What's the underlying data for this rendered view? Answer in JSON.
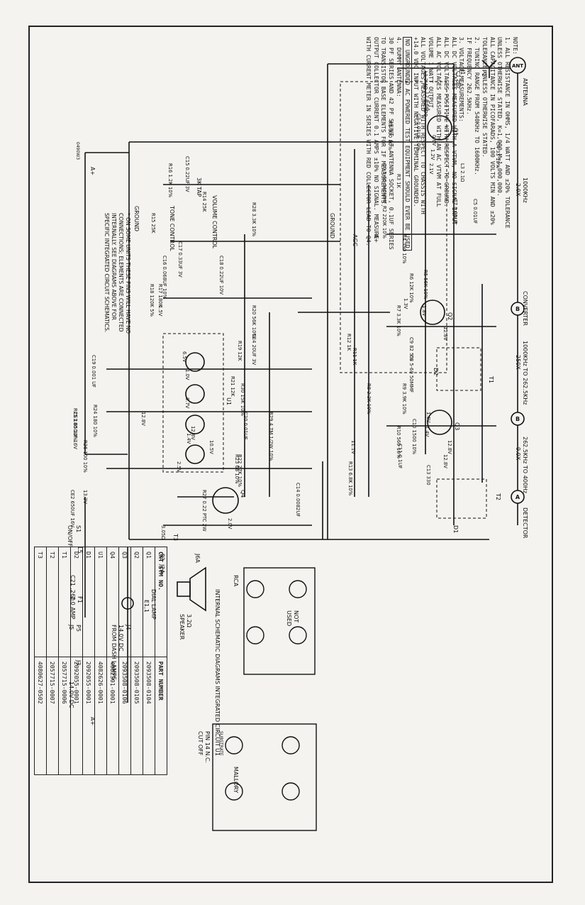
{
  "note_title": "NOTE:",
  "notes": [
    "1. ALL RESISTANCE IN OHMS, 1/4 WATT AND ±20% TOLERANCE",
    "   UNLESS OTHERWISE STATED, K=1,000  M=1,000,000.",
    "   ALL CAPACITANCE IN PICOFARADS, 100 VOLTS MIN AND ±20%",
    "   TOLERANCE UNLESS OTHERWISE STATED.",
    "2. TUNING RANGE FROM 540KHz TO 1600KHz.",
    "   IF FREQUENCY 262.5KHz.",
    "3. VOLTAGE MEASUREMENTS:",
    "   ALL DC VOLTAGES MEASURED WITH A VTVM, NO SIGNAL INPUT",
    "   ALL DC VOLTAGES POSITIVE WITH RESPECT TO GROUND.",
    "   ALL AC VOLTAGES MEASURED WITH AN AC VTVM AT FULL",
    "   VOLUME 1 WATT OUTPUT.",
    "   ALL VOLTAGES MEASURED WITH RESPECT TO CHASSIS WITH",
    "   +14.0 VDC INPUT WITH NEGATIVE TERMINAL GROUNDED."
  ],
  "warning_note": "NO UNGROUNDED AC POWERED TEST EQUIPMENT SHOULD EVER BE USED",
  "notes_continued": [
    "4. DUMMY ANTENNA:",
    "   30 PF SERIES AND 42 PF SHUNT AT ANTENNA SOCKET, 0.1UF SERIES",
    "   TO TRANSISTOR BASE ELEMENTS FOR IF MEASUREMENTS.",
    "   OUTPUT COLLECTOR CURRENT 0.1 AMPS ±10% NO SIGNAL. MEASURE",
    "   WITH CURRENT METER IN SERIES WITH RED COLLECTOR LEAD TO Q4."
  ],
  "parts_table": {
    "headers": [
      "CKT SYM NO.",
      "PART NUMBER"
    ],
    "rows": [
      [
        "Q1",
        "2093508-0104"
      ],
      [
        "Q2",
        "2093508-0105"
      ],
      [
        "Q3",
        "2093508-0106"
      ],
      [
        "Q4",
        "4082501-0001"
      ],
      [
        "U1",
        "4082626-0001"
      ],
      [
        "D1",
        "2092055-0001"
      ],
      [
        "D2",
        "2092055-0001"
      ],
      [
        "T1",
        "2057715-0006"
      ],
      [
        "T2",
        "2057715-0007"
      ],
      [
        "T3",
        "4080627-0502"
      ]
    ]
  },
  "blocks": {
    "ant": "ANT",
    "antenna": "ANTENNA",
    "rf_freq": "1000KHz",
    "rf_gain": "2.0X",
    "converter": "CONVERTER",
    "conv_freq": "1000KHz TO 262.5KHz",
    "conv_gain": "250X",
    "if_freq": "262.5KHz TO 400Hz",
    "if_gain": "9.0X",
    "detector": "DETECTOR",
    "b1": "B",
    "b2": "B",
    "a": "A"
  },
  "labels": {
    "ground1": "GROUND",
    "ground2": "GROUND",
    "agc": "AGC",
    "a_plus1": "A+",
    "a_plus2": "A+",
    "a_plus3": "A+",
    "tap": "3K TAP",
    "volume": "VOLUME CONTROL",
    "tone": "TONE CONTROL",
    "pin_note": [
      "* ON SOME UNITS THESE PINS WILL HAVE NO",
      "CONNECTIONS; ELEMENTS ARE CONNECTED",
      "INTERNALLY. SEE DIAGRAMS ABOVE FOR",
      "SPECIFIC INTEGRATED CIRCUIT SCHEMATICS."
    ],
    "on_off": "ON/OFF",
    "s1": "S1",
    "l5": "L5",
    "fuse": "F1",
    "fuse_rating": "2.0 AMP",
    "dial_lamp": "DIAL LAMP",
    "e11": "E1,1",
    "speaker": "SPEAKER",
    "speaker_imp": "3.2Ω",
    "from_dash": "FROM DASH LAMPS",
    "supply": "14.0V DC",
    "supply2": "14.0V DC",
    "t3": "T3",
    "t1": "T1",
    "t2": "T2",
    "q1": "Q1",
    "q2": "Q2",
    "q3": "Q3",
    "q4": "Q4",
    "u1": "U1",
    "d1": "D1",
    "d2": "D2",
    "c21": "C21 .260",
    "j1": "J1",
    "p1": "P1",
    "j5": "J5",
    "p5": "P5",
    "j3": "J3",
    "j4": "J4",
    "p2": "P2",
    "j2a": "J2A",
    "j6a": "J6A",
    "serial": "0490W3"
  },
  "ic_diagrams": {
    "title": "INTERNAL SCHEMATIC DIAGRAMS INTEGRATED CIRCUIT U1",
    "rca": "RCA",
    "mallory": "MALLORY",
    "used": "USED",
    "not": "NOT",
    "pin14": "PIN 14 N.C.",
    "cutoff": "CUT OFF",
    "substrate": "SUBSTRATE"
  },
  "components": [
    {
      "ref": "C1",
      "val": "280"
    },
    {
      "ref": "C2",
      "val": "820"
    },
    {
      "ref": "C3",
      "val": "0.01UF 10%"
    },
    {
      "ref": "C4",
      "val": "33 10%"
    },
    {
      "ref": "C5",
      "val": "0.01UF"
    },
    {
      "ref": "C7",
      "val": "0.01UF"
    },
    {
      "ref": "C9",
      "val": "82 5%"
    },
    {
      "ref": "C10",
      "val": "1500 10%"
    },
    {
      "ref": "C11",
      "val": "0.1UF"
    },
    {
      "ref": "C13",
      "val": "330"
    },
    {
      "ref": "C14",
      "val": "0.0082UF"
    },
    {
      "ref": "C15",
      "val": "0.22UF 3V"
    },
    {
      "ref": "C16",
      "val": "0.068UF 10%"
    },
    {
      "ref": "C17",
      "val": "0.33UF 3V"
    },
    {
      "ref": "C18",
      "val": "0.22UF 10V"
    },
    {
      "ref": "C19",
      "val": "0.001 UF"
    },
    {
      "ref": "C20",
      "val": "0.01UF"
    },
    {
      "ref": "CE1",
      "val": "650UF 16V"
    },
    {
      "ref": "CE2",
      "val": "650UF 16V"
    },
    {
      "ref": "CE4",
      "val": "20UF 3V"
    },
    {
      "ref": "R1",
      "val": "330 10%"
    },
    {
      "ref": "R2",
      "val": "220K 10%"
    },
    {
      "ref": "R3",
      "val": "1K"
    },
    {
      "ref": "R4",
      "val": "390 10%"
    },
    {
      "ref": "R5",
      "val": "56K 10%"
    },
    {
      "ref": "R6",
      "val": "12K 10%"
    },
    {
      "ref": "R7",
      "val": "3.3K 10%"
    },
    {
      "ref": "R8",
      "val": "2.2K 10%"
    },
    {
      "ref": "R9",
      "val": "3.9K 10%"
    },
    {
      "ref": "R10",
      "val": "560 10%"
    },
    {
      "ref": "R11",
      "val": "1K"
    },
    {
      "ref": "R12",
      "val": "1K"
    },
    {
      "ref": "R13",
      "val": "6.8K 10%"
    },
    {
      "ref": "R14",
      "val": "25K"
    },
    {
      "ref": "R15",
      "val": "25K"
    },
    {
      "ref": "R16",
      "val": "1.2K 10%"
    },
    {
      "ref": "R17",
      "val": "180K"
    },
    {
      "ref": "R18",
      "val": "120K 5%"
    },
    {
      "ref": "R19",
      "val": "12K"
    },
    {
      "ref": "R20",
      "val": "56K 10%"
    },
    {
      "ref": "R21",
      "val": "12K"
    },
    {
      "ref": "R22",
      "val": "27K 10%"
    },
    {
      "ref": "R23",
      "val": "68 10%"
    },
    {
      "ref": "R24",
      "val": "180 10%"
    },
    {
      "ref": "R25",
      "val": "180 10%"
    },
    {
      "ref": "R26",
      "val": "100 10%"
    },
    {
      "ref": "R27",
      "val": "0.22 PTC 2W"
    },
    {
      "ref": "R28",
      "val": "3.3K 10%"
    },
    {
      "ref": "R29",
      "val": "4.7M 1/2W 10%"
    },
    {
      "ref": "R30",
      "val": "15K 10%"
    },
    {
      "ref": "L1",
      "val": "2.4Ω"
    },
    {
      "ref": "L2",
      "val": "0.5Ω"
    },
    {
      "ref": "L3",
      "val": "2.1Ω"
    },
    {
      "ref": "C6",
      "val": "5-60 340MMF"
    },
    {
      "ref": "C8",
      "val": "5-60 50MMF"
    }
  ],
  "voltages": [
    "0.6V",
    "1.2V",
    "2.1V",
    "1.8V",
    "12.8V",
    "1.3V",
    "12.8V",
    "1.4V",
    "1.6V",
    "12.8V",
    "6.5V",
    "2.0V",
    "13.3V",
    "12.8V",
    "11.1V",
    "1.0V",
    "1.4V",
    "2.5V",
    "1.5V",
    "0.7V",
    "10.5V",
    "3.05Ω",
    "12.8V"
  ]
}
